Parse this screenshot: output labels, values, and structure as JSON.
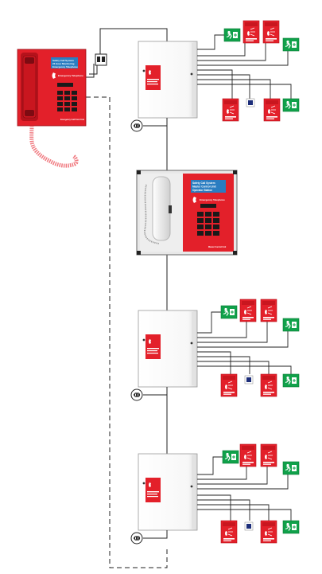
{
  "wall_phone": {
    "display_lines": [
      "Safety Call System",
      "24 Hour Monitoring",
      "Emergency Telephone"
    ],
    "label": "Emergency Telephone",
    "footer": "Emergency Call Point Unit"
  },
  "console": {
    "display_lines": [
      "Safety Call System",
      "Master Control Unit",
      "Operator Station"
    ],
    "label": "Emergency Telephone",
    "footer": "Master Control Unit"
  },
  "controller": {
    "panel_line1": "Emergency",
    "panel_line2": "Call System"
  },
  "signs": {
    "phone_sign_title": "Emergency Telephone",
    "phone_sign_short": "Emergency\nTelephone"
  },
  "colors": {
    "red": "#e3202a",
    "dark_red": "#b5121b",
    "green": "#10a14a",
    "line": "#222222",
    "box_edge": "#9a9a9a"
  }
}
